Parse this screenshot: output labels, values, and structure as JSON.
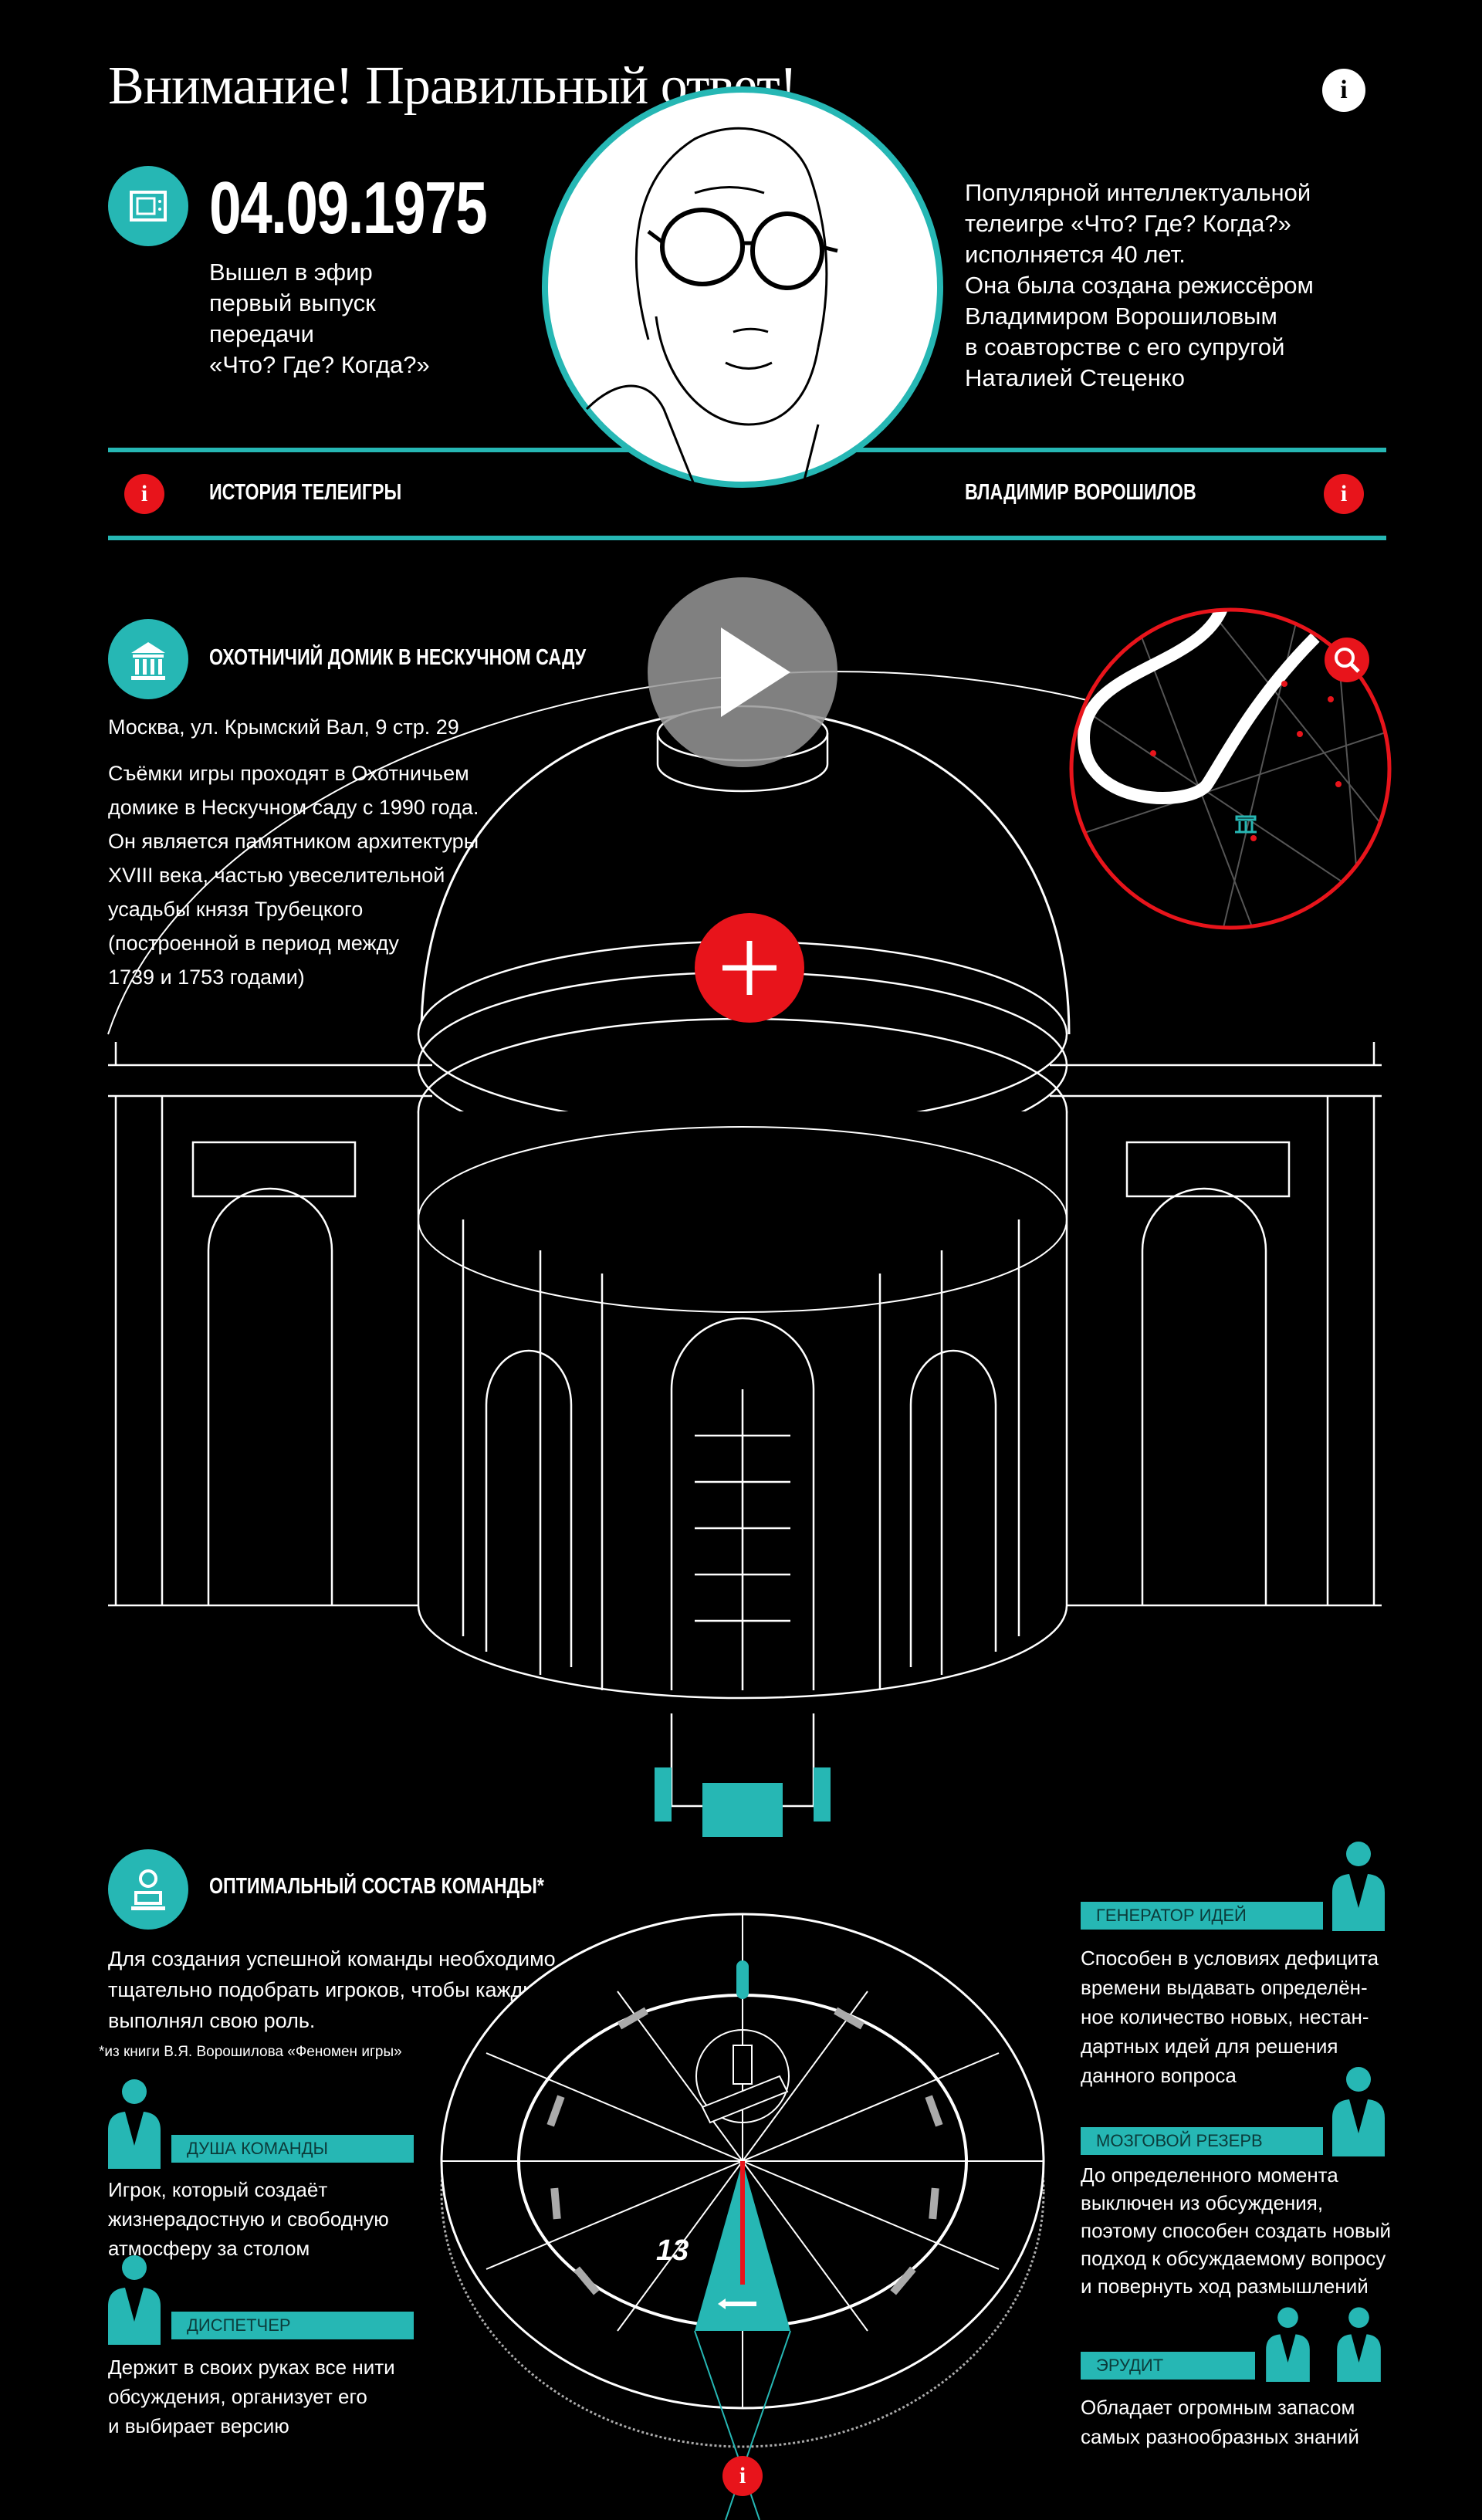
{
  "header": {
    "title": "Внимание! Правильный ответ!",
    "info_icon": "info-icon"
  },
  "intro": {
    "date": "04.09.1975",
    "date_caption": [
      "Вышел в эфир",
      "первый выпуск",
      "передачи",
      "«Что? Где? Когда?»"
    ],
    "description": [
      "Популярной интеллектуальной",
      "телеигре «Что? Где? Когда?»",
      "исполняется 40 лет.",
      "Она была создана режиссёром",
      "Владимиром Ворошиловым",
      "в соавторстве с его супругой",
      "Наталией Стеценко"
    ],
    "link_history": "ИСТОРИЯ ТЕЛЕИГРЫ",
    "link_person": "ВЛАДИМИР ВОРОШИЛОВ",
    "info_glyph": "i"
  },
  "location": {
    "title": "ОХОТНИЧИЙ ДОМИК В НЕСКУЧНОМ САДУ",
    "address": "Москва, ул. Крымский Вал, 9 стр. 29",
    "description": [
      "Съёмки игры проходят в Охотничьем",
      "домике в Нескучном саду с 1990 года.",
      "Он является памятником архитектуры",
      "XVIII века, частью увеселительной",
      "усадьбы князя Трубецкого",
      "(построенной в период между",
      "1739 и 1753 годами)"
    ]
  },
  "team": {
    "title": "ОПТИМАЛЬНЫЙ СОСТАВ КОМАНДЫ*",
    "description": [
      "Для создания успешной команды необходимо",
      "тщательно подобрать игроков, чтобы каждый",
      "выполнял свою роль."
    ],
    "footnote": "*из книги В.Я. Ворошилова «Феномен игры»",
    "wheel_number": "13",
    "roles": [
      {
        "label": "ДУША КОМАНДЫ",
        "desc": [
          "Игрок, который создаёт",
          "жизнерадостную и свободную",
          "атмосферу за столом"
        ]
      },
      {
        "label": "ДИСПЕТЧЕР",
        "desc": [
          "Держит в своих руках все нити",
          "обсуждения, организует его",
          "и выбирает версию"
        ]
      },
      {
        "label": "ГЕНЕРАТОР ИДЕЙ",
        "desc": [
          "Способен в условиях дефицита",
          "времени выдавать определён-",
          "ное количество новых, нестан-",
          "дартных идей для решения",
          "данного вопроса"
        ]
      },
      {
        "label": "МОЗГОВОЙ РЕЗЕРВ",
        "desc": [
          "До определенного момента",
          "выключен из обсуждения,",
          "поэтому способен создать новый",
          "подход к обсуждаемому вопросу",
          "и повернуть ход размышлений"
        ]
      },
      {
        "label": "ЭРУДИТ",
        "desc": [
          "Обладает огромным запасом",
          "самых разнообразных знаний"
        ]
      }
    ]
  },
  "colors": {
    "teal": "#26b7b4",
    "red": "#e8141b",
    "bg": "#000000"
  }
}
